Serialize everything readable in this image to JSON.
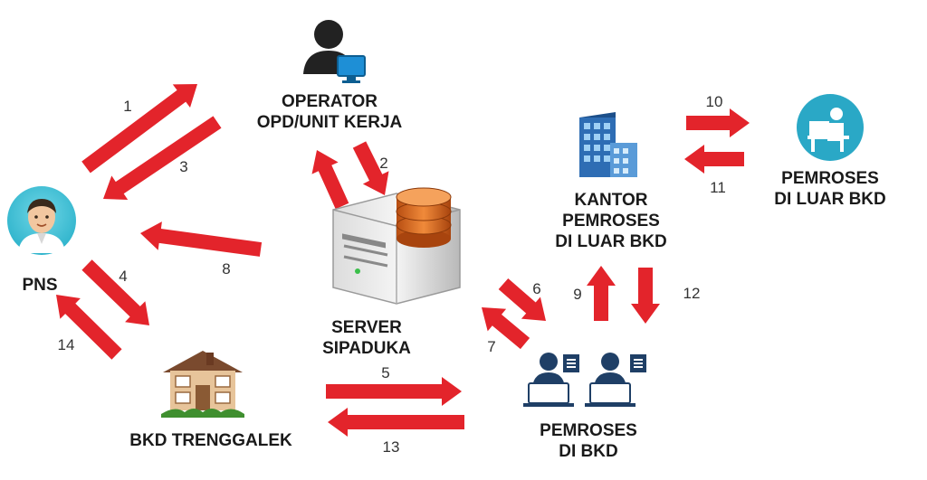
{
  "colors": {
    "arrow": "#e3242b",
    "text": "#1a1a1a"
  },
  "nodes": {
    "operator": {
      "line1": "OPERATOR",
      "line2": "OPD/UNIT KERJA",
      "icon": "operator-computer-icon"
    },
    "pns": {
      "line1": "PNS",
      "icon": "civil-servant-avatar-icon"
    },
    "server": {
      "line1": "SERVER",
      "line2": "SIPADUKA",
      "icon": "database-server-icon"
    },
    "kantor": {
      "line1": "KANTOR",
      "line2": "PEMROSES",
      "line3": "DI LUAR BKD",
      "icon": "office-building-icon"
    },
    "pemroses_luar": {
      "line1": "PEMROSES",
      "line2": "DI LUAR BKD",
      "icon": "worker-at-desk-icon"
    },
    "bkd": {
      "line1": "BKD TRENGGALEK",
      "icon": "house-icon"
    },
    "pemroses_bkd": {
      "line1": "PEMROSES",
      "line2": "DI BKD",
      "icon": "processors-at-laptops-icon"
    }
  },
  "steps": [
    "1",
    "2",
    "3",
    "4",
    "5",
    "6",
    "7",
    "8",
    "9",
    "10",
    "11",
    "12",
    "13",
    "14"
  ]
}
